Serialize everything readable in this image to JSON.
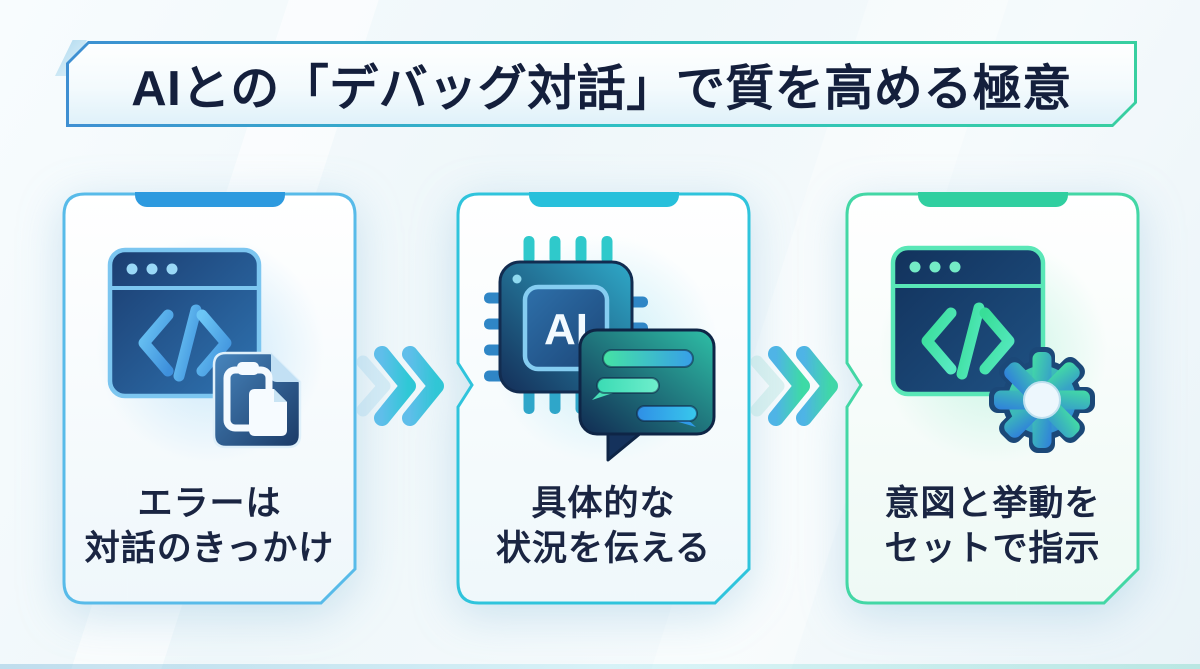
{
  "title": {
    "text": "AIとの「デバッグ対話」で質を高める極意"
  },
  "cards": [
    {
      "name": "error-is-trigger",
      "line1": "エラーは",
      "line2": "対話のきっかけ",
      "icon": "code-window-clipboard-icon",
      "accent_color": "#2D9ADF",
      "border_color": "#58BBE9"
    },
    {
      "name": "convey-specific-context",
      "line1": "具体的な",
      "line2": "状況を伝える",
      "icon": "ai-chip-chat-icon",
      "chip_label": "AI",
      "accent_color": "#27C0DB",
      "border_color": "#2FC4DC"
    },
    {
      "name": "instruct-intent-behavior",
      "line1": "意図と挙動を",
      "line2": "セットで指示",
      "icon": "code-window-gear-icon",
      "accent_color": "#30CFA0",
      "border_color": "#43D7A5"
    }
  ],
  "colors": {
    "title_text": "#141F3C",
    "card_text": "#1A2542",
    "banner_border_start": "#3E8FD2",
    "banner_border_end": "#38CFA8",
    "arrow1_start": "#5FBEEA",
    "arrow1_end": "#2FC8D6",
    "arrow2_start": "#4FB4E6",
    "arrow2_end": "#3EDAA6"
  }
}
